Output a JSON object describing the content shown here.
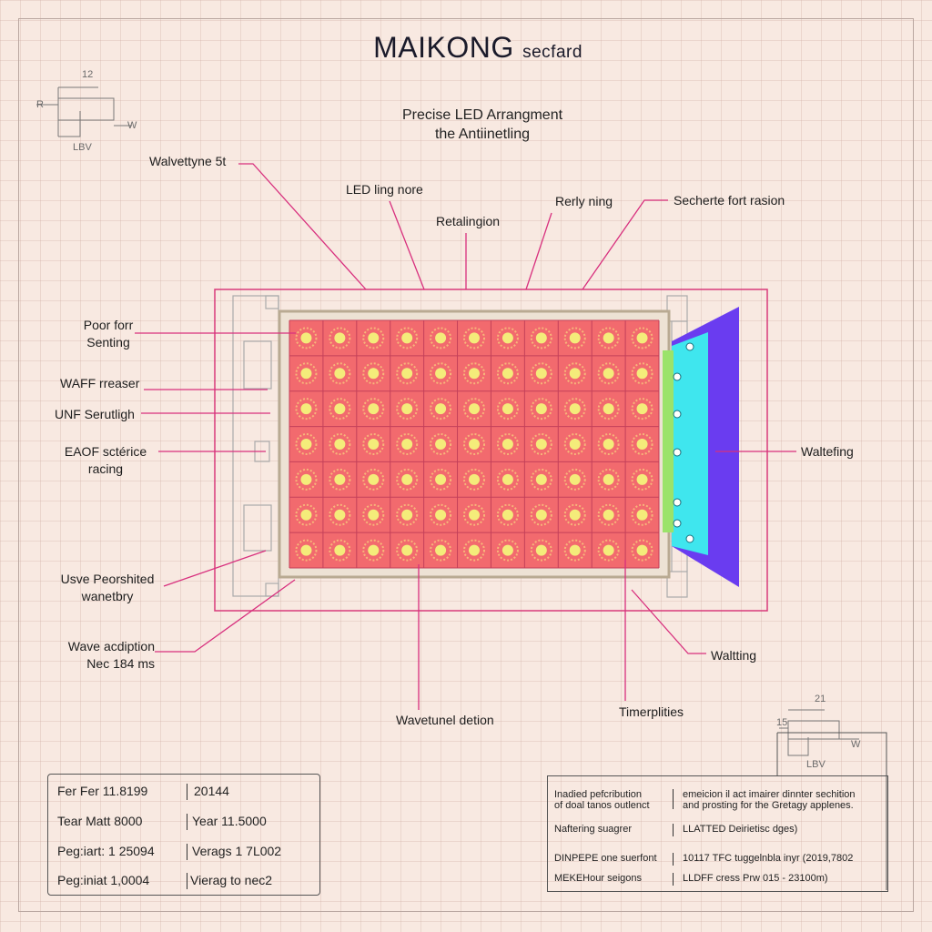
{
  "title": {
    "main": "MAIKONG",
    "suffix": "secfard"
  },
  "subtitle": {
    "line1": "Precise LED Arrangment",
    "line2": "the Antiinetling"
  },
  "labels": {
    "top": [
      {
        "id": "t1",
        "text": "Walvettyne 5t"
      },
      {
        "id": "t2",
        "text": "LED ling nore"
      },
      {
        "id": "t3",
        "text": "Retalingion"
      },
      {
        "id": "t4",
        "text": "Rerly ning"
      },
      {
        "id": "t5",
        "text": "Secherte fort rasion"
      }
    ],
    "left": [
      {
        "id": "l1",
        "lines": [
          "Poor forr",
          "Senting"
        ]
      },
      {
        "id": "l2",
        "lines": [
          "WAFF rreaser"
        ]
      },
      {
        "id": "l3",
        "lines": [
          "UNF Serutligh"
        ]
      },
      {
        "id": "l4",
        "lines": [
          "EAOF sctérice",
          "racing"
        ]
      },
      {
        "id": "l5",
        "lines": [
          "Usve Peorshited",
          "wanetbry"
        ]
      },
      {
        "id": "l6",
        "lines": [
          "Wave acdiption",
          "Nec 184 ms"
        ]
      }
    ],
    "right": [
      {
        "id": "r1",
        "text": "Waltefing"
      },
      {
        "id": "r2",
        "text": "Waltting"
      }
    ],
    "bottom": [
      {
        "id": "b1",
        "text": "Wavetunel detion"
      },
      {
        "id": "b2",
        "text": "Timerplities"
      }
    ]
  },
  "mini_diagram_left": {
    "top": "12",
    "left": "R",
    "right": "W",
    "bottom": "LBV"
  },
  "mini_diagram_right": {
    "top": "21",
    "left": "15",
    "right": "W",
    "bottom": "LBV"
  },
  "led_grid": {
    "rows": 7,
    "cols": 11,
    "panel_color": "#f26a6e",
    "led_color": "#f4ec7a",
    "side_panel_color": "#3fe6ee",
    "prism_color": "#6a3cf0"
  },
  "spec_table_left": [
    [
      "Fer Fer 11.8199",
      "20144"
    ],
    [
      "Tear Matt 8000",
      "Year 11.5000"
    ],
    [
      "Peg:iart: 1 25094",
      "Verags 1 7L002"
    ],
    [
      "Peg:iniat 1,0004",
      "Vierag to nec2"
    ]
  ],
  "spec_table_right": [
    [
      "Inadied pefcribution\nof doal tanos outlenct",
      "emeicion il act imairer dinnter sechition\nand prosting for the Gretagy applenes."
    ],
    [
      "Naftering suagrer",
      "LLATTED Deirietisc dges)"
    ],
    [
      "DINPEPE one suerfont",
      "10117 TFC tuggelnbla inyr (2019,7802"
    ],
    [
      "MEKEHour seigons",
      "LLDFF cress Prw 015 - 23100m)"
    ]
  ],
  "colors": {
    "leader": "#d8307e",
    "outline": "#d83a7a",
    "frame": "#b9a6a0"
  }
}
